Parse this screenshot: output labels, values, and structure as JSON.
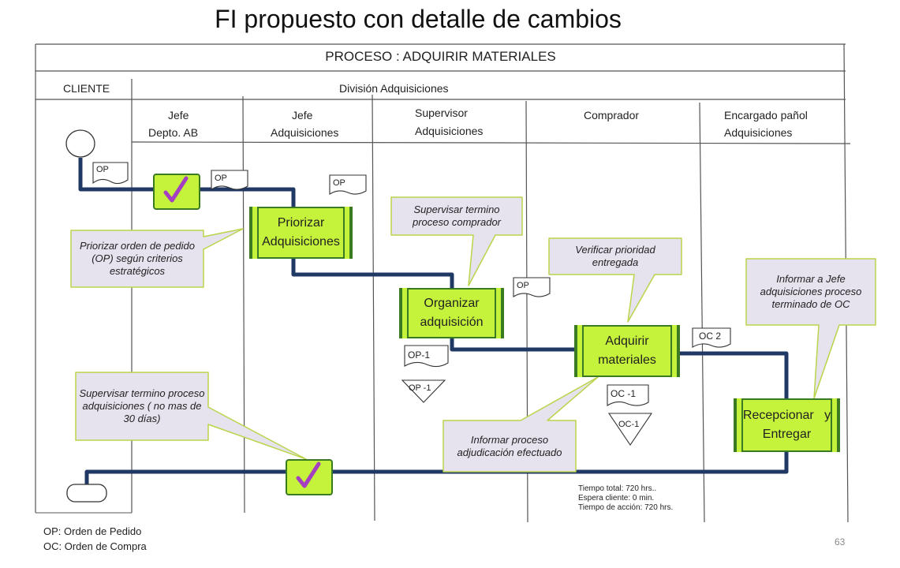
{
  "title": "FI propuesto con detalle de cambios",
  "process_title": "PROCESO : ADQUIRIR MATERIALES",
  "client_label": "CLIENTE",
  "division_label": "División  Adquisiciones",
  "roles": {
    "jefe_depto": [
      "Jefe",
      "Depto.  AB"
    ],
    "jefe_adq": [
      "Jefe",
      "Adquisiciones"
    ],
    "supervisor": [
      "Supervisor",
      "Adquisiciones"
    ],
    "comprador": "Comprador",
    "encargado": [
      "Encargado pañol",
      "Adquisiciones"
    ]
  },
  "activities": {
    "priorizar": [
      "Priorizar",
      "Adquisiciones"
    ],
    "organizar": [
      "Organizar",
      "adquisición"
    ],
    "adquirir": [
      "Adquirir",
      "materiales"
    ],
    "recepcionar": [
      "Recepcionar   y",
      "Entregar"
    ]
  },
  "callouts": {
    "priorizar_orden": "Priorizar  orden de pedido (OP) según criterios estratégicos",
    "supervisar_comprador": "Supervisar termino proceso comprador",
    "verificar": "Verificar prioridad entregada",
    "informar_jefe": "Informar a Jefe adquisiciones proceso terminado de OC",
    "supervisar_adq": "Supervisar termino proceso adquisiciones ( no mas de 30 días)",
    "informar_adjudicacion": "Informar proceso adjudicación efectuado"
  },
  "documents": {
    "op1": "OP",
    "op2": "OP",
    "op3": "OP",
    "op4": "OP",
    "op_minus1": "OP-1",
    "oc_minus1": "OC -1",
    "oc2": "OC 2"
  },
  "archives": {
    "op_archive": "OP -1",
    "oc_archive": "OC-1"
  },
  "stats": [
    "Tiempo total: 720 hrs..",
    "Espera cliente: 0 min.",
    "Tiempo de acción: 720 hrs."
  ],
  "legend": [
    "OP: Orden de Pedido",
    "OC: Orden de Compra"
  ],
  "page_number": "63",
  "colors": {
    "flow": "#1f3864",
    "activity_fill": "#c5f23a",
    "activity_border": "#3a7a23",
    "callout_fill": "#e6e2ee",
    "callout_border": "#b9d54a",
    "check": "#a43fc2"
  }
}
